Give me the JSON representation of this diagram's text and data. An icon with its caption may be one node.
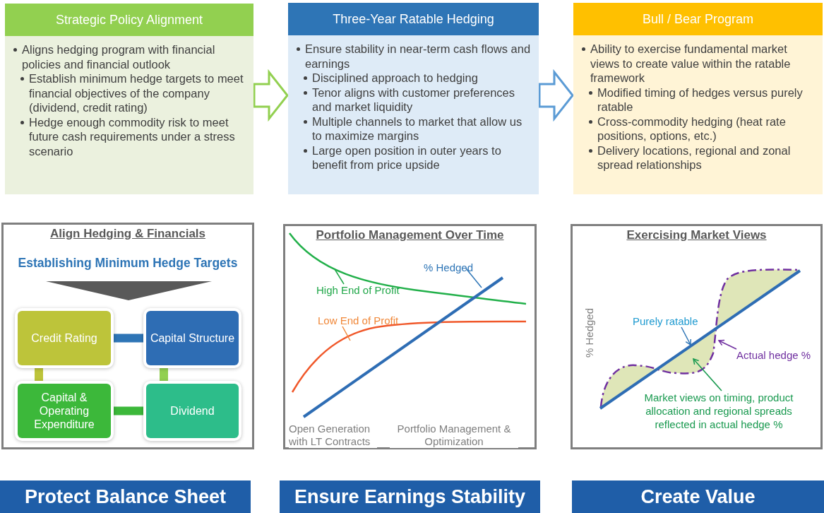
{
  "diagram": {
    "nodes": [
      {
        "text": [
          "Strategic Policy Alignment",
          "Aligns hedging program with financial policies and financial outlook",
          "Establish minimum hedge targets to meet financial objectives of the company (dividend, credit rating)",
          "Hedge enough commodity risk to meet future cash requirements under a stress scenario"
        ]
      },
      {
        "text": [
          "Three-Year Ratable Hedging",
          "Ensure stability in near-term cash flows and earnings",
          "Disciplined approach to hedging",
          "Tenor aligns with customer preferences and market liquidity",
          "Multiple channels to market that allow us to maximize margins",
          "Large open position in outer years to benefit from price upside"
        ]
      },
      {
        "text": [
          "Bull / Bear Program",
          "Ability to exercise fundamental market views to create value within the ratable framework",
          "Modified timing of hedges versus purely ratable",
          "Cross-commodity hedging (heat rate positions, options, etc.)",
          "Delivery locations, regional and zonal spread relationships"
        ]
      },
      {
        "text": [
          "Align Hedging & Financials",
          "Establishing Minimum Hedge Targets"
        ]
      },
      {
        "text": [
          "Credit Rating"
        ],
        "in": 3
      },
      {
        "text": [
          "Capital Structure"
        ],
        "in": 3
      },
      {
        "text": [
          "Capital & Operating Expenditure"
        ],
        "in": 3
      },
      {
        "text": [
          "Dividend"
        ],
        "in": 3
      },
      {
        "text": [
          "Portfolio Management Over Time"
        ]
      },
      {
        "text": [
          "% Hedged"
        ],
        "in": 8
      },
      {
        "text": [
          "High End of Profit"
        ],
        "in": 8
      },
      {
        "text": [
          "Low End of Profit"
        ],
        "in": 8
      },
      {
        "text": [
          "Exercising Market Views"
        ]
      },
      {
        "text": [
          "Purely ratable"
        ],
        "in": 12
      },
      {
        "text": [
          "Actual hedge %"
        ],
        "in": 12
      },
      {
        "text": [
          "Market views on timing, product allocation and regional spreads reflected in actual hedge %"
        ],
        "in": 12
      },
      {
        "text": [
          "Protect Balance Sheet"
        ]
      },
      {
        "text": [
          "Ensure Earnings Stability"
        ]
      },
      {
        "text": [
          "Create Value"
        ]
      }
    ],
    "edges": [
      {
        "from": 0,
        "to": 1,
        "arrow": "to",
        "style": "thick",
        "color": "#92d050"
      },
      {
        "from": 1,
        "to": 2,
        "arrow": "to",
        "style": "thick",
        "color": "#5b9bd5"
      },
      {
        "from": 4,
        "to": 5,
        "arrow": "none",
        "style": "thick",
        "color": "#2e75b6"
      },
      {
        "from": 4,
        "to": 6,
        "arrow": "none",
        "style": "thick",
        "color": "#bdc43a"
      },
      {
        "from": 5,
        "to": 7,
        "arrow": "none",
        "style": "thick",
        "color": "#92d050"
      },
      {
        "from": 6,
        "to": 7,
        "arrow": "none",
        "style": "thick",
        "color": "#3cb83a"
      },
      {
        "from": 9,
        "to": null,
        "arrow": "none",
        "color": "#2e75b6"
      },
      {
        "from": 10,
        "to": null,
        "arrow": "none",
        "color": "#22a84a"
      },
      {
        "from": 11,
        "to": null,
        "arrow": "none",
        "color": "#f0883a"
      },
      {
        "from": 13,
        "to": null,
        "arrow": "to",
        "color": "#2e75b6"
      },
      {
        "from": 14,
        "to": null,
        "arrow": "to",
        "color": "#7030a0"
      },
      {
        "from": 15,
        "to": null,
        "arrow": "to",
        "color": "#1a9a50"
      }
    ],
    "labels": [
      "Open Generation with LT Contracts",
      "Portfolio Management & Optimization",
      "% Hedged"
    ]
  }
}
